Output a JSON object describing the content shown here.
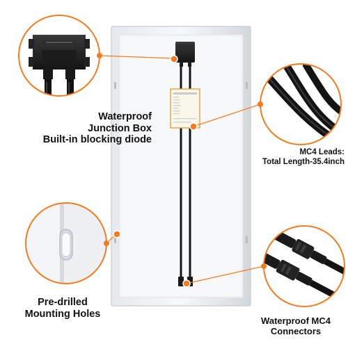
{
  "captions": {
    "junction_box": {
      "line1": "Waterproof",
      "line2": "Junction Box",
      "line3": "Built-in blocking diode"
    },
    "mc4_leads": {
      "line1": "MC4 Leads:",
      "line2": "Total Length-35.4inch"
    },
    "mounting_holes": {
      "line1": "Pre-drilled",
      "line2": "Mounting Holes"
    },
    "mc4_connectors": {
      "line1": "Waterproof MC4",
      "line2": "Connectors"
    }
  },
  "colors": {
    "accent": "#f47c20",
    "frame": "#d9dde2",
    "panel_back": "#f6f7f9",
    "cable": "#141414"
  }
}
